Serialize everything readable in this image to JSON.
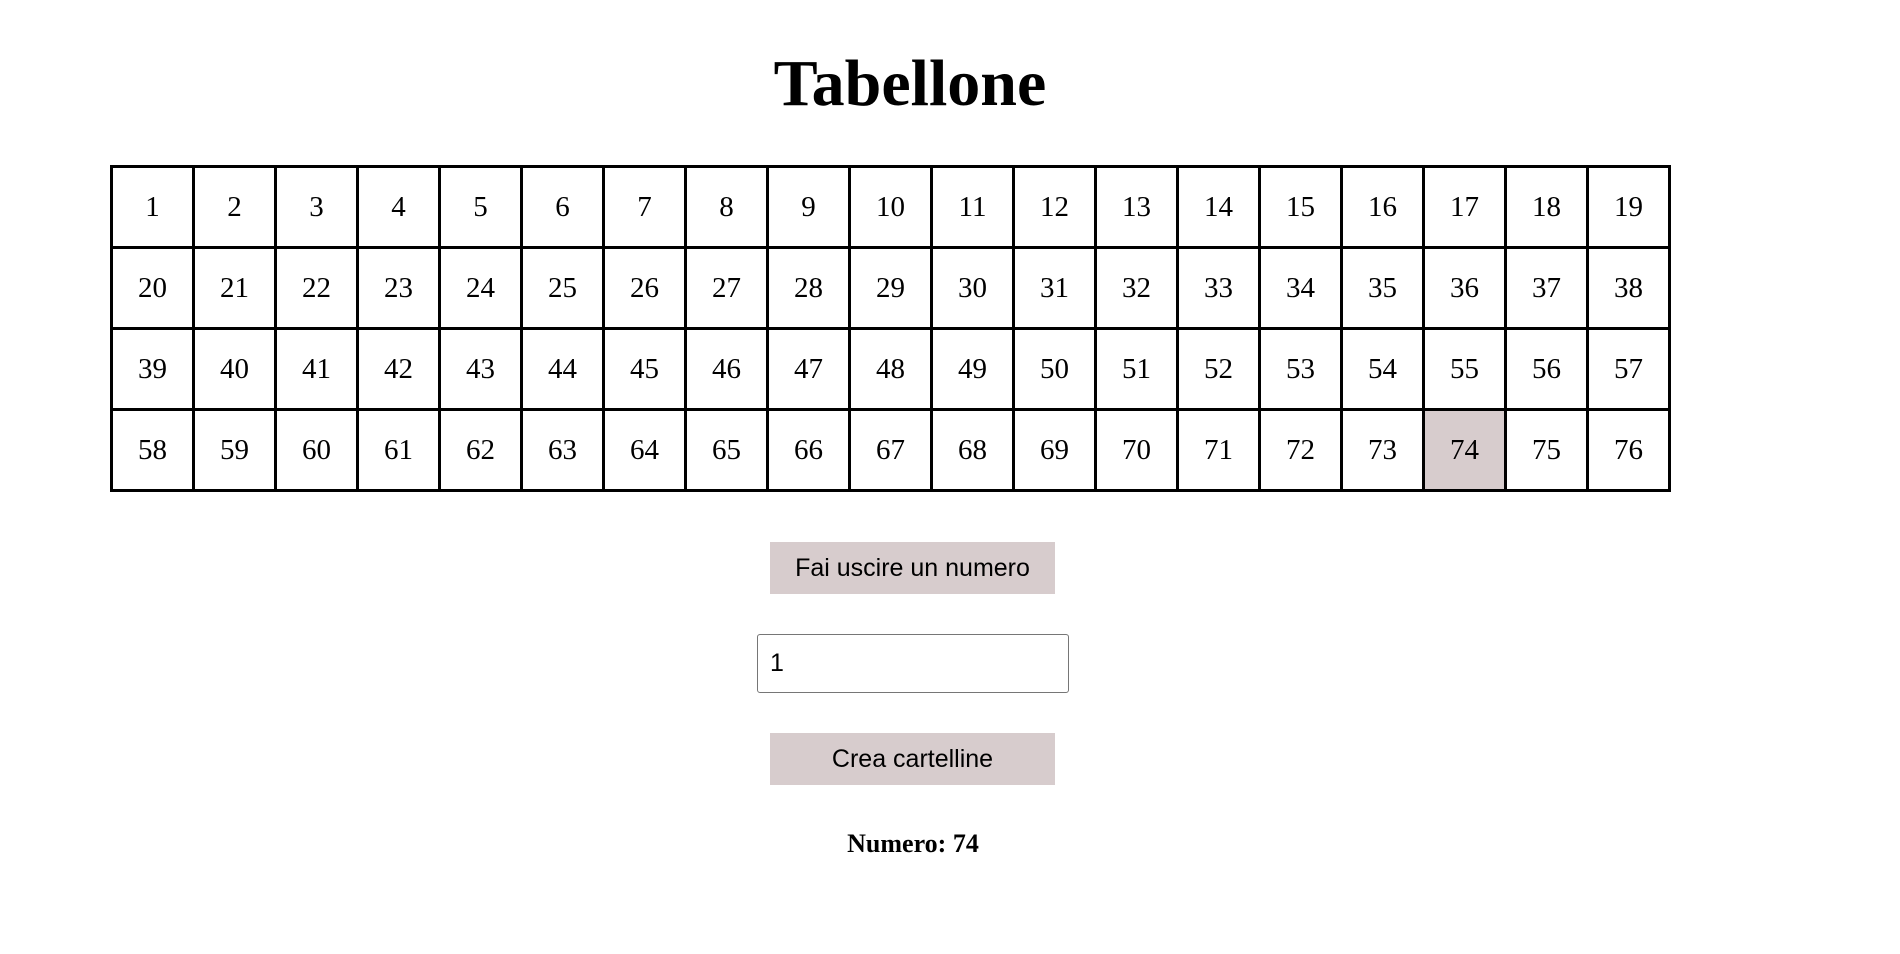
{
  "page": {
    "title": "Tabellone"
  },
  "board": {
    "rows": [
      [
        "1",
        "2",
        "3",
        "4",
        "5",
        "6",
        "7",
        "8",
        "9",
        "10",
        "11",
        "12",
        "13",
        "14",
        "15",
        "16",
        "17",
        "18",
        "19"
      ],
      [
        "20",
        "21",
        "22",
        "23",
        "24",
        "25",
        "26",
        "27",
        "28",
        "29",
        "30",
        "31",
        "32",
        "33",
        "34",
        "35",
        "36",
        "37",
        "38"
      ],
      [
        "39",
        "40",
        "41",
        "42",
        "43",
        "44",
        "45",
        "46",
        "47",
        "48",
        "49",
        "50",
        "51",
        "52",
        "53",
        "54",
        "55",
        "56",
        "57"
      ],
      [
        "58",
        "59",
        "60",
        "61",
        "62",
        "63",
        "64",
        "65",
        "66",
        "67",
        "68",
        "69",
        "70",
        "71",
        "72",
        "73",
        "74",
        "75",
        "76"
      ]
    ],
    "drawn_numbers": [
      "74"
    ],
    "highlight_color": "#d7cccd"
  },
  "controls": {
    "draw_button_label": "Fai uscire un numero",
    "count_input_value": "1",
    "create_button_label": "Crea cartelline"
  },
  "result": {
    "text": "Numero: 74"
  }
}
